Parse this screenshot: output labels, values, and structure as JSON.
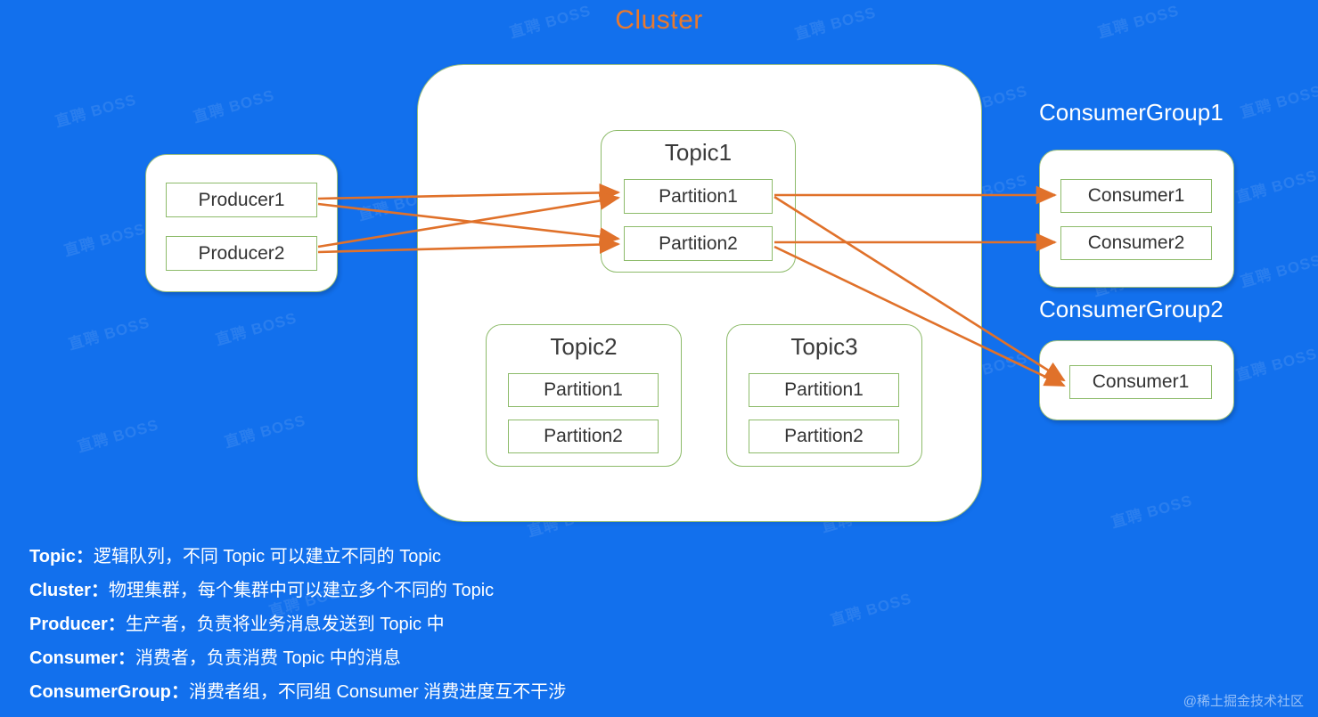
{
  "background_color": "#1270ed",
  "accent_color": "#e8792e",
  "box_border_color": "#8dbb6a",
  "diagram": {
    "title": "Cluster",
    "producer_group": {
      "items": [
        {
          "label": "Producer1"
        },
        {
          "label": "Producer2"
        }
      ]
    },
    "cluster": {
      "topics": [
        {
          "label": "Topic1",
          "partitions": [
            {
              "label": "Partition1"
            },
            {
              "label": "Partition2"
            }
          ]
        },
        {
          "label": "Topic2",
          "partitions": [
            {
              "label": "Partition1"
            },
            {
              "label": "Partition2"
            }
          ]
        },
        {
          "label": "Topic3",
          "partitions": [
            {
              "label": "Partition1"
            },
            {
              "label": "Partition2"
            }
          ]
        }
      ]
    },
    "consumer_groups": [
      {
        "title": "ConsumerGroup1",
        "consumers": [
          {
            "label": "Consumer1"
          },
          {
            "label": "Consumer2"
          }
        ]
      },
      {
        "title": "ConsumerGroup2",
        "consumers": [
          {
            "label": "Consumer1"
          }
        ]
      }
    ],
    "connections": [
      {
        "from": "Producer1",
        "to": "Topic1.Partition1"
      },
      {
        "from": "Producer1",
        "to": "Topic1.Partition2"
      },
      {
        "from": "Producer2",
        "to": "Topic1.Partition1"
      },
      {
        "from": "Producer2",
        "to": "Topic1.Partition2"
      },
      {
        "from": "Topic1.Partition1",
        "to": "ConsumerGroup1.Consumer1"
      },
      {
        "from": "Topic1.Partition2",
        "to": "ConsumerGroup1.Consumer2"
      },
      {
        "from": "Topic1.Partition1",
        "to": "ConsumerGroup2.Consumer1"
      },
      {
        "from": "Topic1.Partition2",
        "to": "ConsumerGroup2.Consumer1"
      }
    ]
  },
  "legend": {
    "rows": [
      {
        "term": "Topic：",
        "desc": "逻辑队列，不同 Topic 可以建立不同的 Topic"
      },
      {
        "term": "Cluster：",
        "desc": "物理集群，每个集群中可以建立多个不同的 Topic"
      },
      {
        "term": "Producer：",
        "desc": "生产者，负责将业务消息发送到 Topic 中"
      },
      {
        "term": "Consumer：",
        "desc": "消费者，负责消费 Topic 中的消息"
      },
      {
        "term": "ConsumerGroup：",
        "desc": "消费者组，不同组 Consumer 消费进度互不干涉"
      }
    ]
  },
  "watermark": {
    "corner": "@稀土掘金技术社区",
    "tile": "直聘 BOSS"
  }
}
